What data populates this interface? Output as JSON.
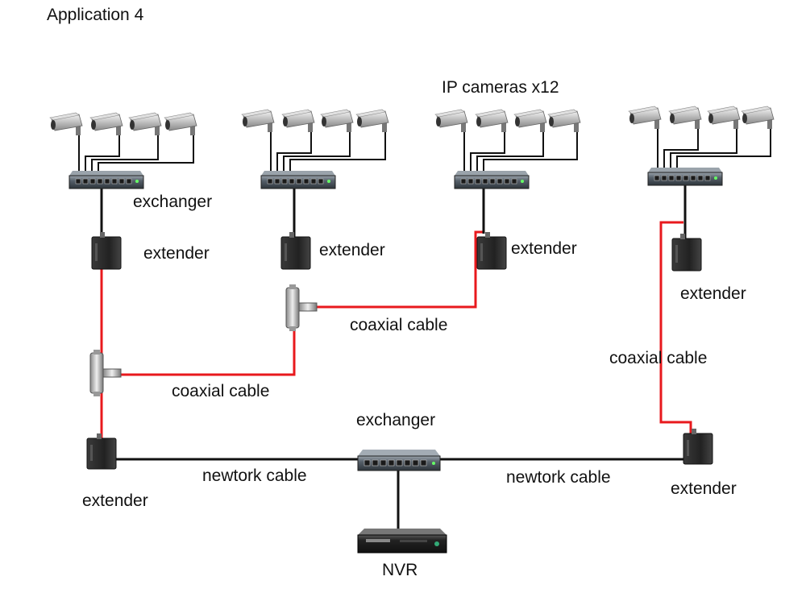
{
  "title": "Application 4",
  "labels": {
    "ip_cameras": "IP cameras x12",
    "exchanger": "exchanger",
    "extender": "extender",
    "coaxial_cable": "coaxial cable",
    "network_cable": "newtork cable",
    "nvr": "NVR"
  },
  "colors": {
    "coaxial": "#e8191d",
    "network": "#111111",
    "device_dark": "#2b2b2b",
    "camera_body": "#c9c9c9",
    "switch_body": "#56606a"
  },
  "icons": {
    "camera": "ip-camera-icon",
    "switch": "network-switch-icon",
    "extender": "extender-icon",
    "t_connector": "bnc-t-connector-icon",
    "nvr": "nvr-recorder-icon"
  }
}
